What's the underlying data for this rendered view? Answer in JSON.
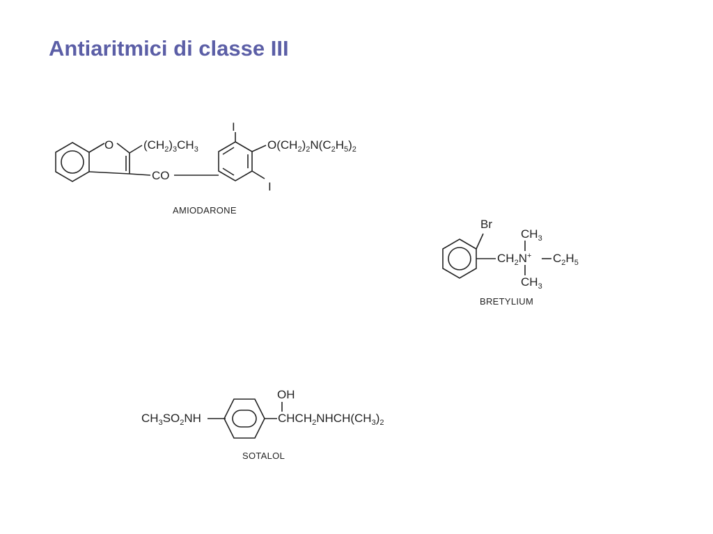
{
  "slide": {
    "title": "Antiaritmici di classe III",
    "title_color": "#5b5ea6"
  },
  "molecules": {
    "amiodarone": {
      "name": "AMIODARONE",
      "substituent_alkyl": "(CH2)3CH3",
      "carbonyl": "CO",
      "ring_oxygen": "O",
      "iodine_top": "I",
      "iodine_bottom": "I",
      "ether_chain": "O(CH2)2N(C2H5)2"
    },
    "bretylium": {
      "name": "BRETYLIUM",
      "bromine": "Br",
      "methylene": "CH2N+",
      "methyl_top": "CH3",
      "methyl_bottom": "CH3",
      "ethyl": "C2H5"
    },
    "sotalol": {
      "name": "SOTALOL",
      "sulfonamide": "CH3SO2NH",
      "hydroxyl": "OH",
      "side_chain": "CHCH2NHCH(CH3)2"
    }
  }
}
